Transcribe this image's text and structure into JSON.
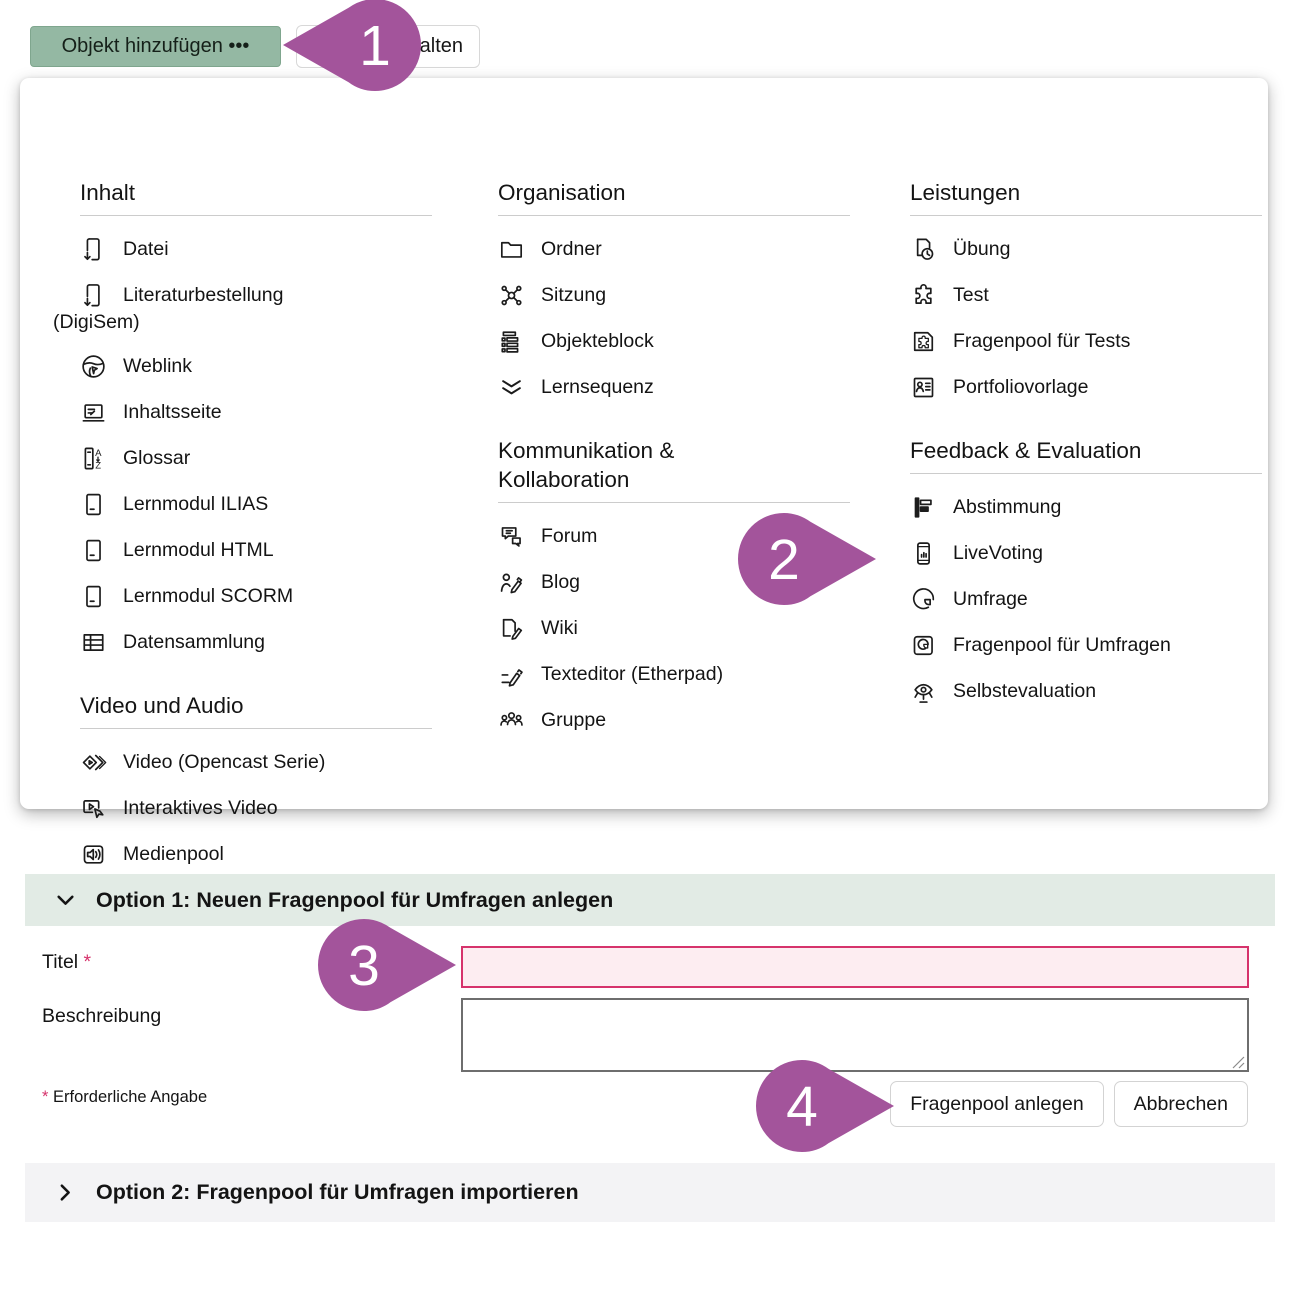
{
  "toolbar": {
    "add_object_label": "Objekt hinzufügen •••",
    "partially_hidden_button_label": "alten"
  },
  "menu": {
    "columns": [
      {
        "sections": [
          {
            "title": "Inhalt",
            "items": [
              {
                "icon": "file-download-icon",
                "label": "Datei"
              },
              {
                "icon": "file-download-icon",
                "label": "Literaturbestellung",
                "label2": "(DigiSem)"
              },
              {
                "icon": "globe-icon",
                "label": "Weblink"
              },
              {
                "icon": "content-page-icon",
                "label": "Inhaltsseite"
              },
              {
                "icon": "glossary-icon",
                "label": "Glossar"
              },
              {
                "icon": "learning-module-icon",
                "label": "Lernmodul ILIAS"
              },
              {
                "icon": "learning-module-icon",
                "label": "Lernmodul HTML"
              },
              {
                "icon": "learning-module-icon",
                "label": "Lernmodul SCORM"
              },
              {
                "icon": "data-table-icon",
                "label": "Datensammlung"
              }
            ]
          },
          {
            "title": "Video und Audio",
            "items": [
              {
                "icon": "opencast-video-icon",
                "label": "Video (Opencast Serie)"
              },
              {
                "icon": "interactive-video-icon",
                "label": "Interaktives Video"
              },
              {
                "icon": "mediapool-icon",
                "label": "Medienpool"
              }
            ]
          }
        ]
      },
      {
        "sections": [
          {
            "title": "Organisation",
            "items": [
              {
                "icon": "folder-icon",
                "label": "Ordner"
              },
              {
                "icon": "session-icon",
                "label": "Sitzung"
              },
              {
                "icon": "item-group-icon",
                "label": "Objekteblock"
              },
              {
                "icon": "learning-sequence-icon",
                "label": "Lernsequenz"
              }
            ]
          },
          {
            "title": "Kommunikation &\nKollaboration",
            "items": [
              {
                "icon": "forum-icon",
                "label": "Forum"
              },
              {
                "icon": "blog-icon",
                "label": "Blog"
              },
              {
                "icon": "wiki-icon",
                "label": "Wiki"
              },
              {
                "icon": "etherpad-icon",
                "label": "Texteditor (Etherpad)"
              },
              {
                "icon": "group-icon",
                "label": "Gruppe"
              }
            ]
          }
        ]
      },
      {
        "sections": [
          {
            "title": "Leistungen",
            "items": [
              {
                "icon": "exercise-icon",
                "label": "Übung"
              },
              {
                "icon": "test-icon",
                "label": "Test"
              },
              {
                "icon": "question-pool-test-icon",
                "label": "Fragenpool für Tests"
              },
              {
                "icon": "portfolio-template-icon",
                "label": "Portfoliovorlage"
              }
            ]
          },
          {
            "title": "Feedback & Evaluation",
            "items": [
              {
                "icon": "poll-icon",
                "label": "Abstimmung"
              },
              {
                "icon": "livevoting-icon",
                "label": "LiveVoting"
              },
              {
                "icon": "survey-icon",
                "label": "Umfrage"
              },
              {
                "icon": "question-pool-survey-icon",
                "label": "Fragenpool für Umfragen"
              },
              {
                "icon": "self-evaluation-icon",
                "label": "Selbstevaluation"
              }
            ]
          }
        ]
      }
    ]
  },
  "callouts": [
    {
      "number": "1"
    },
    {
      "number": "2"
    },
    {
      "number": "3"
    },
    {
      "number": "4"
    }
  ],
  "form": {
    "option1_title": "Option 1: Neuen Fragenpool für Umfragen anlegen",
    "title_label": "Titel",
    "required_marker": "*",
    "title_value": "",
    "description_label": "Beschreibung",
    "description_value": "",
    "create_button": "Fragenpool anlegen",
    "cancel_button": "Abbrechen",
    "required_note": "Erforderliche Angabe",
    "option2_title": "Option 2: Fragenpool für Umfragen importieren"
  },
  "colors": {
    "primary_button_green": "#94b8a3",
    "option1_header_green": "#e2ebe5",
    "option2_header_grey": "#f3f3f5",
    "callout_purple": "#a3549b",
    "error_border_pink": "#d6336c",
    "error_background_pink": "#fdedf1"
  }
}
